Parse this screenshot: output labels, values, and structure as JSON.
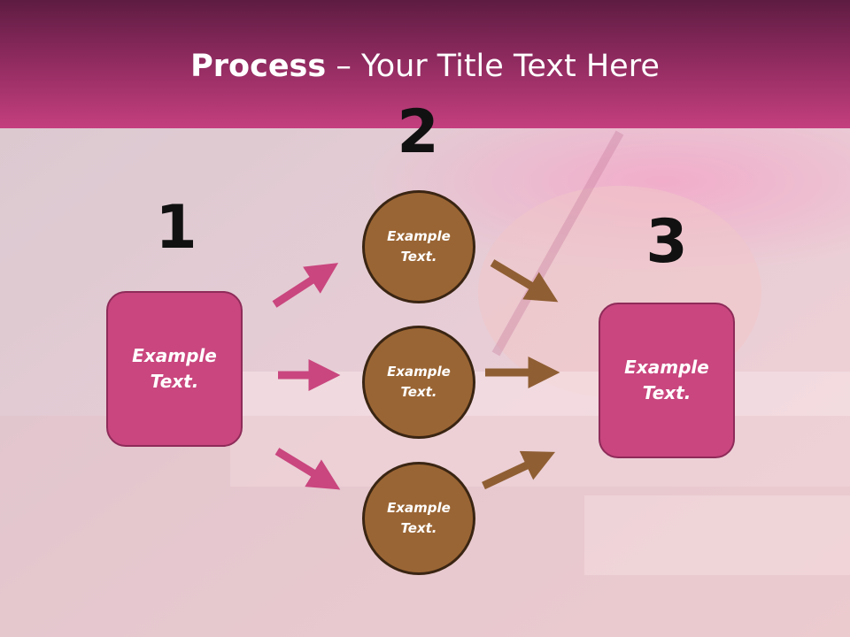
{
  "title": {
    "bold": "Process",
    "rest": " – Your Title Text Here"
  },
  "steps": [
    "1",
    "2",
    "3"
  ],
  "left_box": {
    "label": "Example\nText."
  },
  "circles": [
    {
      "label": "Example\nText."
    },
    {
      "label": "Example\nText."
    },
    {
      "label": "Example\nText."
    }
  ],
  "right_box": {
    "label": "Example\nText."
  },
  "colors": {
    "header_dark": "#5e1c42",
    "header_light": "#c43f7e",
    "pink": "#c9467e",
    "brown": "#9a6534",
    "pink_arrow": "#c9467e",
    "brown_arrow": "#8f5e33"
  }
}
